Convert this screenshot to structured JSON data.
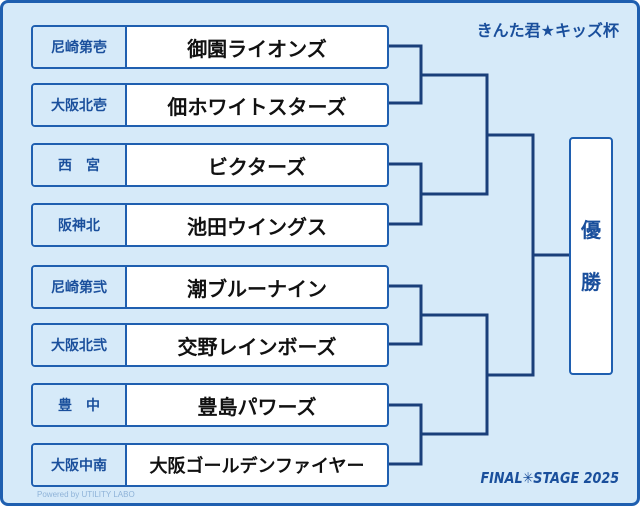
{
  "title": "きんた君★キッズ杯",
  "footer": "FINAL✳STAGE 2025",
  "powered_by": "Powered by UTILITY LABO",
  "champion_label": [
    "優",
    "勝"
  ],
  "entries": [
    {
      "region": "尼崎第壱",
      "team": "御園ライオンズ"
    },
    {
      "region": "大阪北壱",
      "team": "佃ホワイトスターズ"
    },
    {
      "region": "西　宮",
      "team": "ビクターズ"
    },
    {
      "region": "阪神北",
      "team": "池田ウイングス"
    },
    {
      "region": "尼崎第弐",
      "team": "潮ブルーナイン"
    },
    {
      "region": "大阪北弐",
      "team": "交野レインボーズ"
    },
    {
      "region": "豊　中",
      "team": "豊島パワーズ"
    },
    {
      "region": "大阪中南",
      "team": "大阪ゴールデンファイヤー"
    }
  ],
  "colors": {
    "accent": "#1f5fb0",
    "background": "#d6eaf9",
    "line": "#1a3f7a"
  }
}
